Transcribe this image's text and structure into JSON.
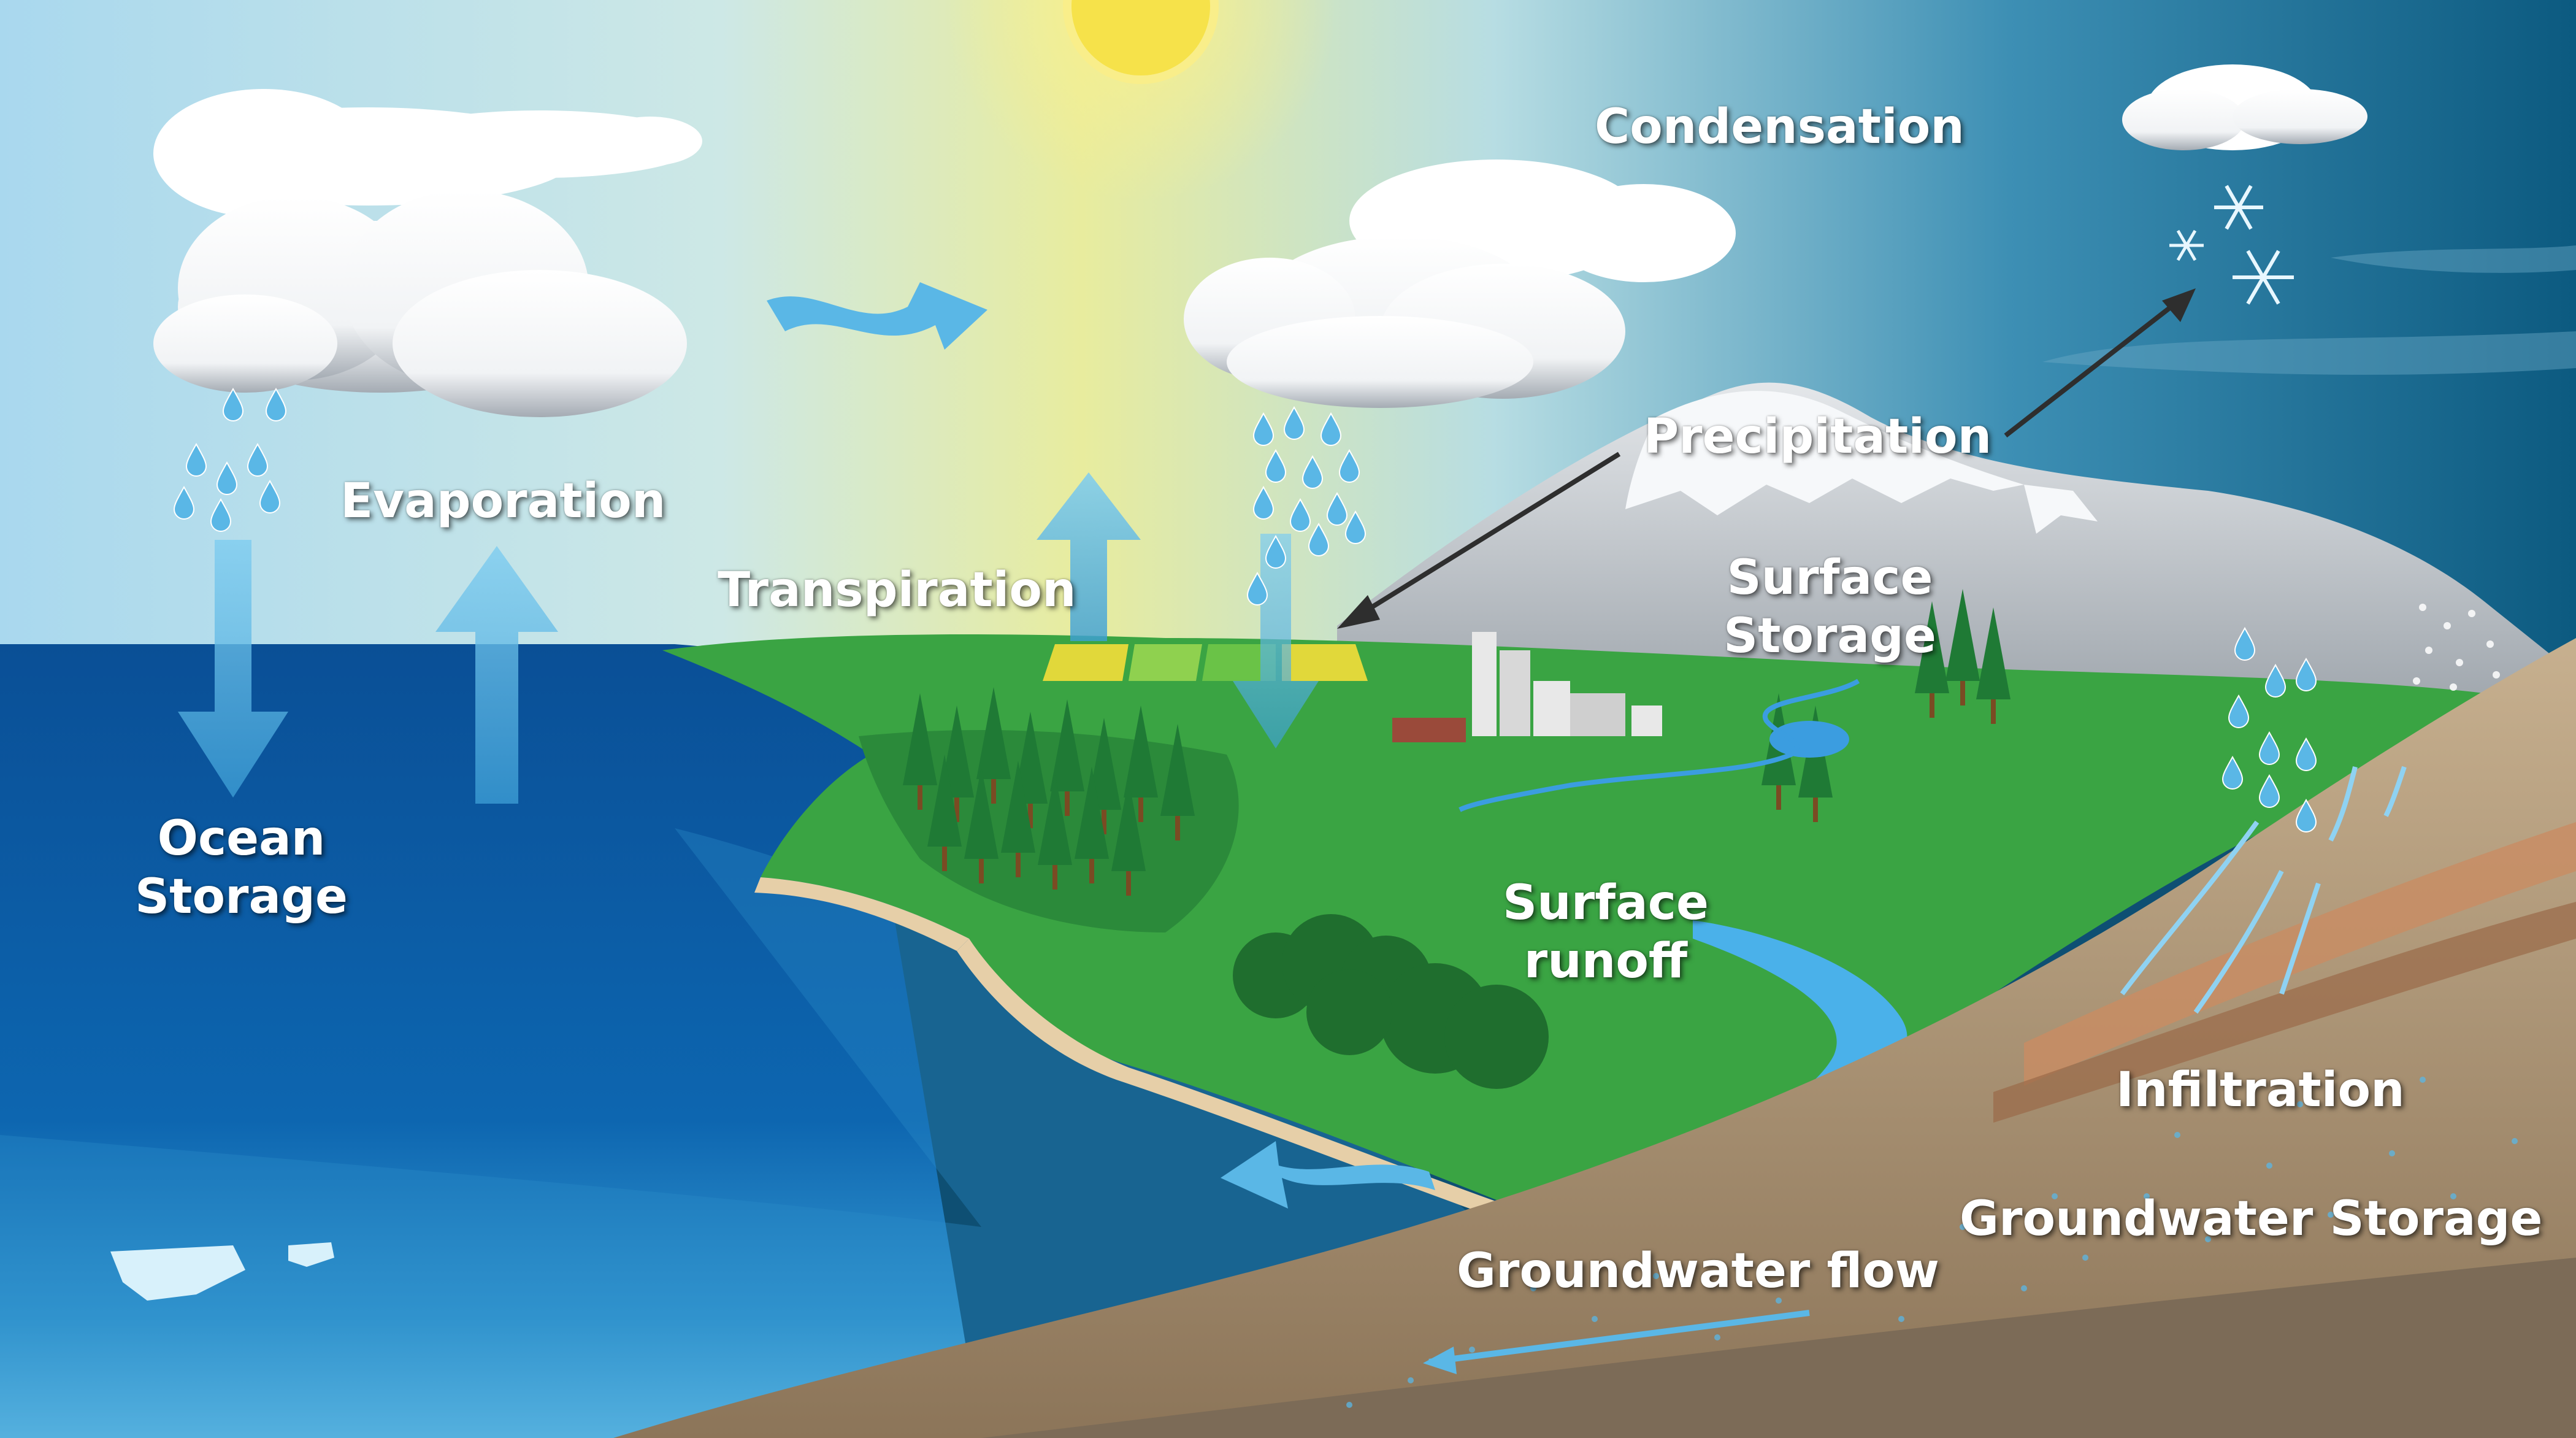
{
  "labels": {
    "condensation": "Condensation",
    "evaporation": "Evaporation",
    "transpiration": "Transpiration",
    "precipitation": "Precipitation",
    "surface_storage": [
      "Surface",
      "Storage"
    ],
    "ocean_storage": [
      "Ocean",
      "Storage"
    ],
    "surface_runoff": [
      "Surface",
      "runoff"
    ],
    "infiltration": "Infiltration",
    "groundwater_storage": "Groundwater Storage",
    "groundwater_flow": "Groundwater flow"
  },
  "colors": {
    "sky_left": "#a9d8ee",
    "sky_right": "#0f5e84",
    "sun": "#f6e24a",
    "ocean_deep": "#06529c",
    "ocean_shallow": "#2d8fc9",
    "land_green": "#3aa443",
    "mountain": "#b3b8bf",
    "soil": "#a48d71",
    "arrow_blue": "#5ab7e6"
  }
}
